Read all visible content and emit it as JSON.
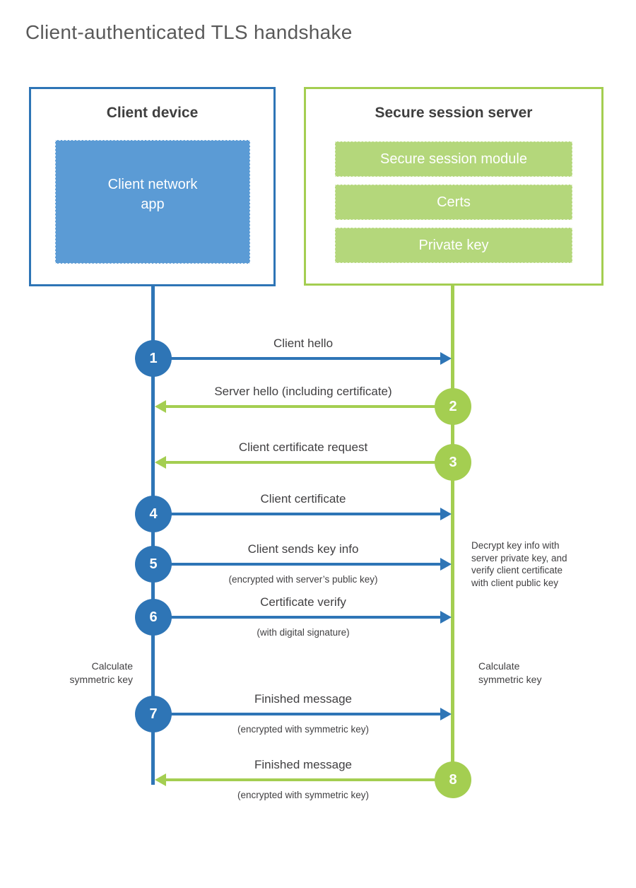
{
  "title": "Client-authenticated TLS handshake",
  "colors": {
    "blue": "#2e75b6",
    "blue-fill": "#5b9bd5",
    "green": "#a4ce51",
    "green-fill": "#b4d77b",
    "heading": "#3f3f3f",
    "text": "#414042",
    "title": "#595959"
  },
  "client": {
    "heading": "Client device",
    "app_lines": [
      "Client network",
      "app"
    ]
  },
  "server": {
    "heading": "Secure session server",
    "modules": [
      "Secure session module",
      "Certs",
      "Private key"
    ]
  },
  "steps": [
    {
      "n": "1",
      "from": "client",
      "label": "Client hello"
    },
    {
      "n": "2",
      "from": "server",
      "label": "Server hello (including certificate)"
    },
    {
      "n": "3",
      "from": "server",
      "label": "Client certificate request"
    },
    {
      "n": "4",
      "from": "client",
      "label": "Client certificate"
    },
    {
      "n": "5",
      "from": "client",
      "label": "Client sends key info",
      "sub": "(encrypted with server’s public key)"
    },
    {
      "n": "6",
      "from": "client",
      "label": "Certificate verify",
      "sub": "(with digital signature)"
    },
    {
      "n": "7",
      "from": "client",
      "label": "Finished message",
      "sub": "(encrypted with symmetric key)"
    },
    {
      "n": "8",
      "from": "server",
      "label": "Finished message",
      "sub": "(encrypted with symmetric key)"
    }
  ],
  "notes": {
    "client_calculate_lines": [
      "Calculate",
      "symmetric key"
    ],
    "server_decrypt_lines": [
      "Decrypt key info with",
      "server private key, and",
      "verify client certificate",
      "with client public key"
    ],
    "server_calculate_lines": [
      "Calculate",
      "symmetric key"
    ]
  }
}
